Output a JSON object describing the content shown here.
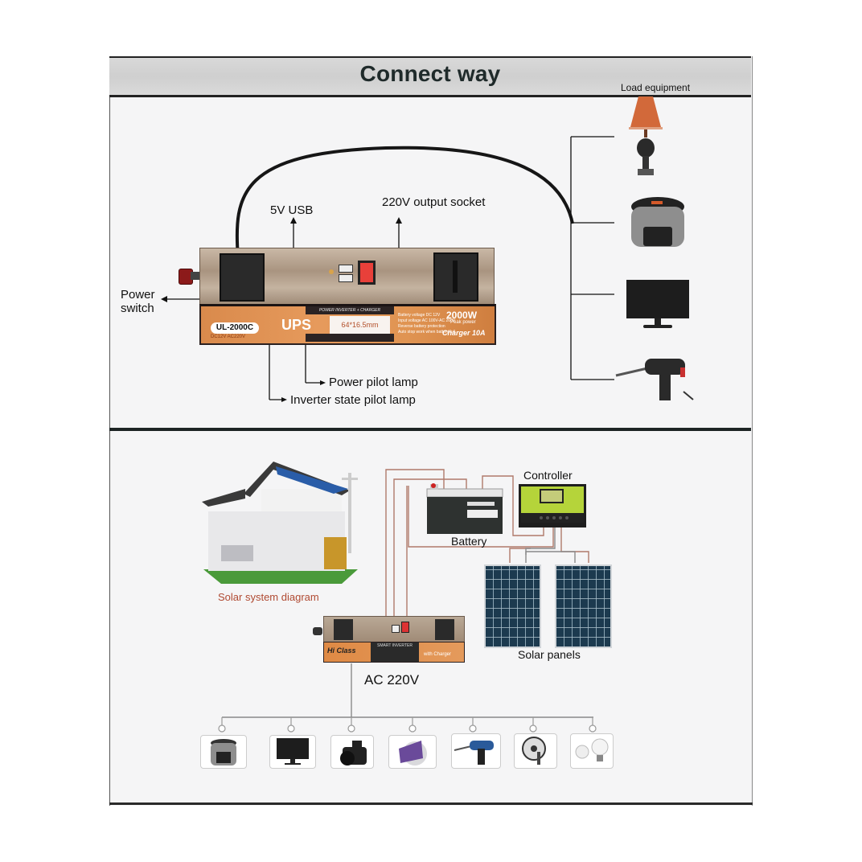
{
  "header": {
    "title": "Connect way"
  },
  "top_section": {
    "load_equipment_title": "Load equipment",
    "labels": {
      "usb": "5V USB",
      "output_socket": "220V output socket",
      "power_switch_line1": "Power",
      "power_switch_line2": "switch",
      "power_pilot_lamp": "Power pilot lamp",
      "inverter_state_pilot_lamp": "Inverter state pilot lamp"
    },
    "inverter": {
      "model": "UL-2000C",
      "model_sub": "DC12V  AC220V",
      "type": "UPS",
      "band_text": "POWER INVERTER + CHARGER",
      "size_label": "64*16.5mm",
      "features": [
        "Battery voltage DC 12V",
        "Input voltage AC 100V-AC 260V",
        "Reverse battery protection",
        "Auto stop work when battery full"
      ],
      "peak_power": "2000W",
      "peak_power_sub": "Peak power",
      "charger": "Charger 10A"
    },
    "load_items": [
      {
        "name": "Table lamp",
        "icon": "lamp-icon"
      },
      {
        "name": "Rice cooker",
        "icon": "rice-cooker-icon"
      },
      {
        "name": "Monitor",
        "icon": "monitor-icon"
      },
      {
        "name": "Electric drill",
        "icon": "drill-icon"
      }
    ]
  },
  "bottom_section": {
    "solar_system_label": "Solar system diagram",
    "battery_label": "Battery",
    "controller_label": "Controller",
    "solar_panels_label": "Solar panels",
    "ac_label": "AC 220V",
    "small_inverter": {
      "brand": "Hi Class",
      "band_text": "SMART INVERTER",
      "charger_text": "with Charger"
    },
    "appliances": [
      {
        "name": "Rice cooker",
        "icon": "rice-cooker-icon"
      },
      {
        "name": "Monitor",
        "icon": "monitor-icon"
      },
      {
        "name": "Camera",
        "icon": "camera-icon"
      },
      {
        "name": "Computer",
        "icon": "computer-icon"
      },
      {
        "name": "Drill",
        "icon": "drill-icon"
      },
      {
        "name": "Fan",
        "icon": "fan-icon"
      },
      {
        "name": "Light bulbs",
        "icon": "bulb-icon"
      }
    ]
  },
  "colors": {
    "title_bar": "#d4d4d4",
    "inverter_orange": "#e0904f",
    "wire_color": "#b07a6a",
    "label_red": "#b04a32"
  }
}
